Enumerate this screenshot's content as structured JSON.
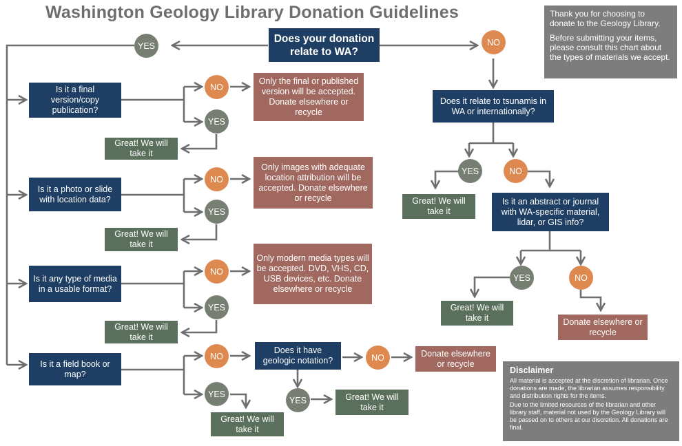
{
  "title": "Washington Geology Library Donation Guidelines",
  "intro": {
    "line1": "Thank you for choosing to donate to the Geology Library.",
    "line2": "Before submitting your items, please consult this chart about the types of materials we accept."
  },
  "root_question": "Does your donation relate to WA?",
  "labels": {
    "yes": "YES",
    "no": "NO"
  },
  "left_branch": {
    "final_version": {
      "question": "Is it a final version/copy publication?",
      "no_result": "Only the final or published version will be accepted. Donate elsewhere or recycle",
      "yes_result": "Great! We will take it"
    },
    "photo": {
      "question": "Is it a photo or slide with location data?",
      "no_result": "Only images with adequate location attribution will be accepted. Donate elsewhere or recycle",
      "yes_result": "Great! We will take it"
    },
    "media": {
      "question": "Is it any type of media in a usable format?",
      "no_result": "Only modern media types will be accepted. DVD, VHS, CD, USB devices, etc. Donate elsewhere or recycle",
      "yes_result": "Great! We will take it"
    },
    "field_book": {
      "question": "Is it a field book or map?",
      "yes_result": "Great! We will take it",
      "notation_question": "Does it have geologic notation?",
      "notation_no_result": "Donate elsewhere or recycle",
      "notation_yes_result": "Great! We will take it"
    }
  },
  "right_branch": {
    "tsunami_question": "Does it relate to tsunamis in WA or internationally?",
    "tsunami_yes_result": "Great! We will take it",
    "abstract_question": "Is it an abstract or journal with WA-specific material, lidar, or GIS info?",
    "abstract_yes_result": "Great! We will take it",
    "abstract_no_result": "Donate elsewhere or recycle"
  },
  "disclaimer": {
    "heading": "Disclaimer",
    "para1": "All material is accepted at the discretion of librarian. Once donations are made, the librarian assumes responsibility and distribution rights for the items.",
    "para2": "Due to the limited resources of the librarian and other library staff, material not used by the Geology Library will be passed on to others at our discretion. All donations are final."
  },
  "colors": {
    "question": "#1e3f63",
    "accept": "#5a6f5c",
    "reject": "#a0685e",
    "yes_circle": "#777e72",
    "no_circle": "#de8950",
    "note_box": "#7d7d7d",
    "connector": "#6d6e70"
  }
}
